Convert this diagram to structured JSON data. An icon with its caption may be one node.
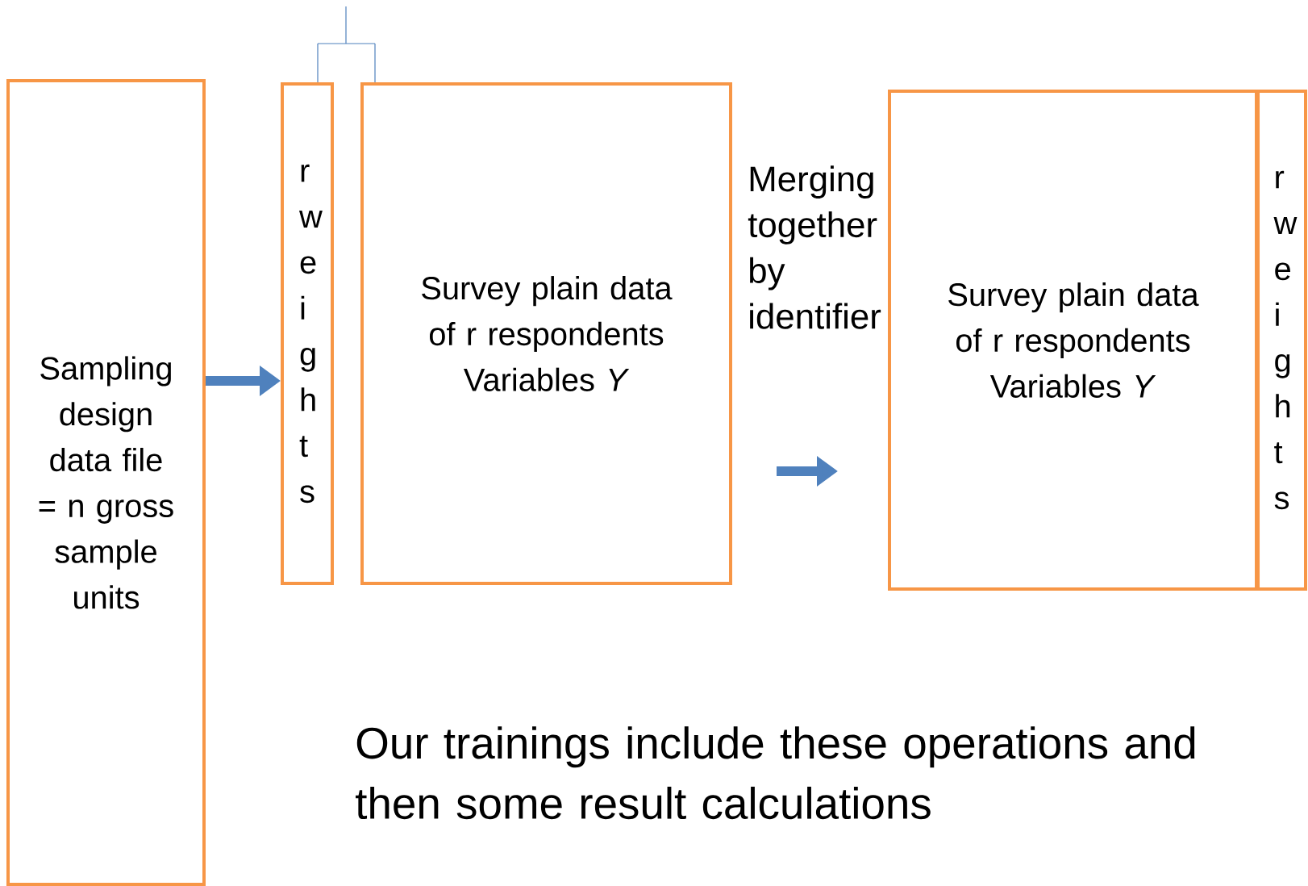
{
  "diagram": {
    "nodes": [
      {
        "text": [
          "Sampling design data file = n gross sample units"
        ]
      },
      {
        "text": [
          "r weights"
        ]
      },
      {
        "text": [
          "Survey plain data of r respondents Variables *Y*"
        ]
      },
      {
        "text": [
          "Survey plain data of r respondents Variables *Y*"
        ]
      },
      {
        "text": [
          "r weights"
        ]
      }
    ],
    "edges": [
      {
        "from": 0,
        "to": 1,
        "arrow": "to",
        "style": "thick"
      },
      {
        "from": 2,
        "to": 3,
        "arrow": "to",
        "style": "thick"
      },
      {
        "from": null,
        "to": 1,
        "arrow": "none"
      },
      {
        "from": null,
        "to": 2,
        "arrow": "none"
      }
    ],
    "labels": [
      "Merging together by identifier",
      "Our trainings include these operations and then some result calculations"
    ]
  }
}
